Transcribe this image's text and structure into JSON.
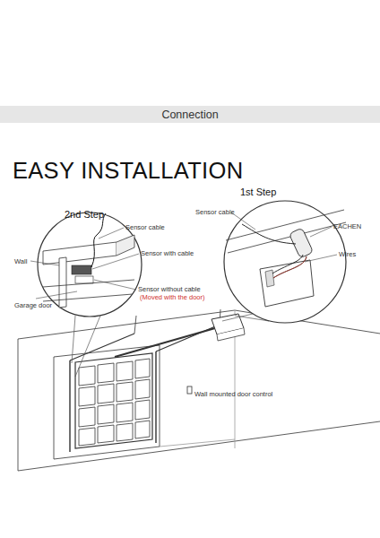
{
  "diagram": {
    "title": "EASY INSTALLATION",
    "nodes": [
      {
        "text": [
          "Connection"
        ]
      }
    ],
    "labels": [
      "1st Step",
      "2nd Step",
      "Sensor cable",
      "EACHEN",
      "Wires",
      "Sensor cable",
      "Wall",
      "Sensor with cable",
      "Garage door",
      "Sensor without cable",
      "(Moved with the door)",
      "Wall mounted door control"
    ]
  }
}
